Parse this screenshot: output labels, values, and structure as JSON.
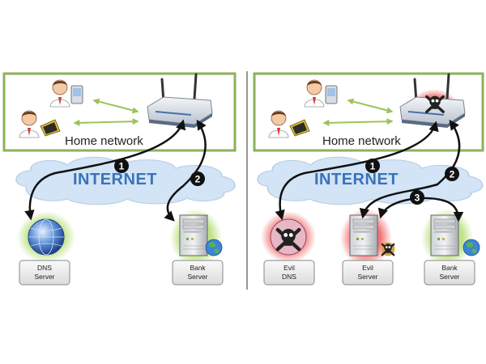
{
  "left_panel": {
    "home_network_label": "Home network",
    "internet_label": "INTERNET",
    "dns_label_line1": "DNS",
    "dns_label_line2": "Server",
    "bank_label_line1": "Bank",
    "bank_label_line2": "Server",
    "step_1": "1",
    "step_2": "2"
  },
  "right_panel": {
    "home_network_label": "Home network",
    "internet_label": "INTERNET",
    "evil_dns_label_line1": "Evil",
    "evil_dns_label_line2": "DNS",
    "evil_server_label_line1": "Evil",
    "evil_server_label_line2": "Server",
    "bank_label_line1": "Bank",
    "bank_label_line2": "Server",
    "step_1": "1",
    "step_2": "2",
    "step_3": "3"
  },
  "colors": {
    "home_box_border": "#8ab25a",
    "cloud_fill": "#d2e4f5",
    "internet_text": "#3a73b8",
    "arrow": "#111111",
    "green_arrow": "#9cc35a",
    "evil_glow": "#e03b3b"
  },
  "icons": [
    "user-laptop-icon",
    "user-pda-icon",
    "router-icon",
    "globe-icon",
    "server-tower-icon",
    "skull-crossbones-icon"
  ]
}
